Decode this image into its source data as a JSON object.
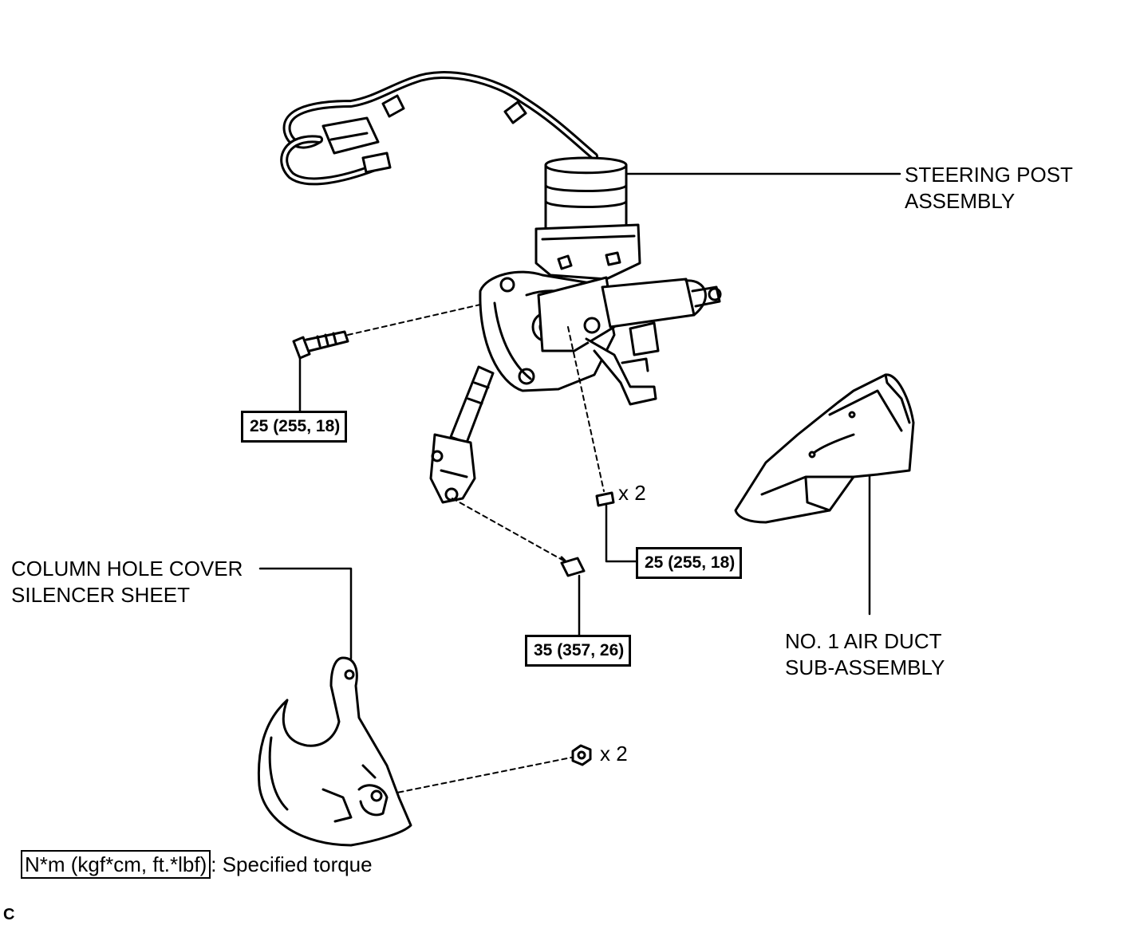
{
  "labels": {
    "steering_post": [
      "STEERING POST",
      "ASSEMBLY"
    ],
    "column_hole_cover": [
      "COLUMN HOLE COVER",
      "SILENCER SHEET"
    ],
    "air_duct": [
      "NO. 1 AIR DUCT",
      "SUB-ASSEMBLY"
    ]
  },
  "torques": {
    "bolt_left": "25 (255, 18)",
    "bolt_right": "25 (255, 18)",
    "joint_bolt": "35 (357, 26)"
  },
  "quantities": {
    "bolt_right": "x 2",
    "nut": "x 2"
  },
  "legend": {
    "unit": "N*m (kgf*cm, ft.*lbf)",
    "text": ": Specified torque"
  },
  "footer_code": "C"
}
